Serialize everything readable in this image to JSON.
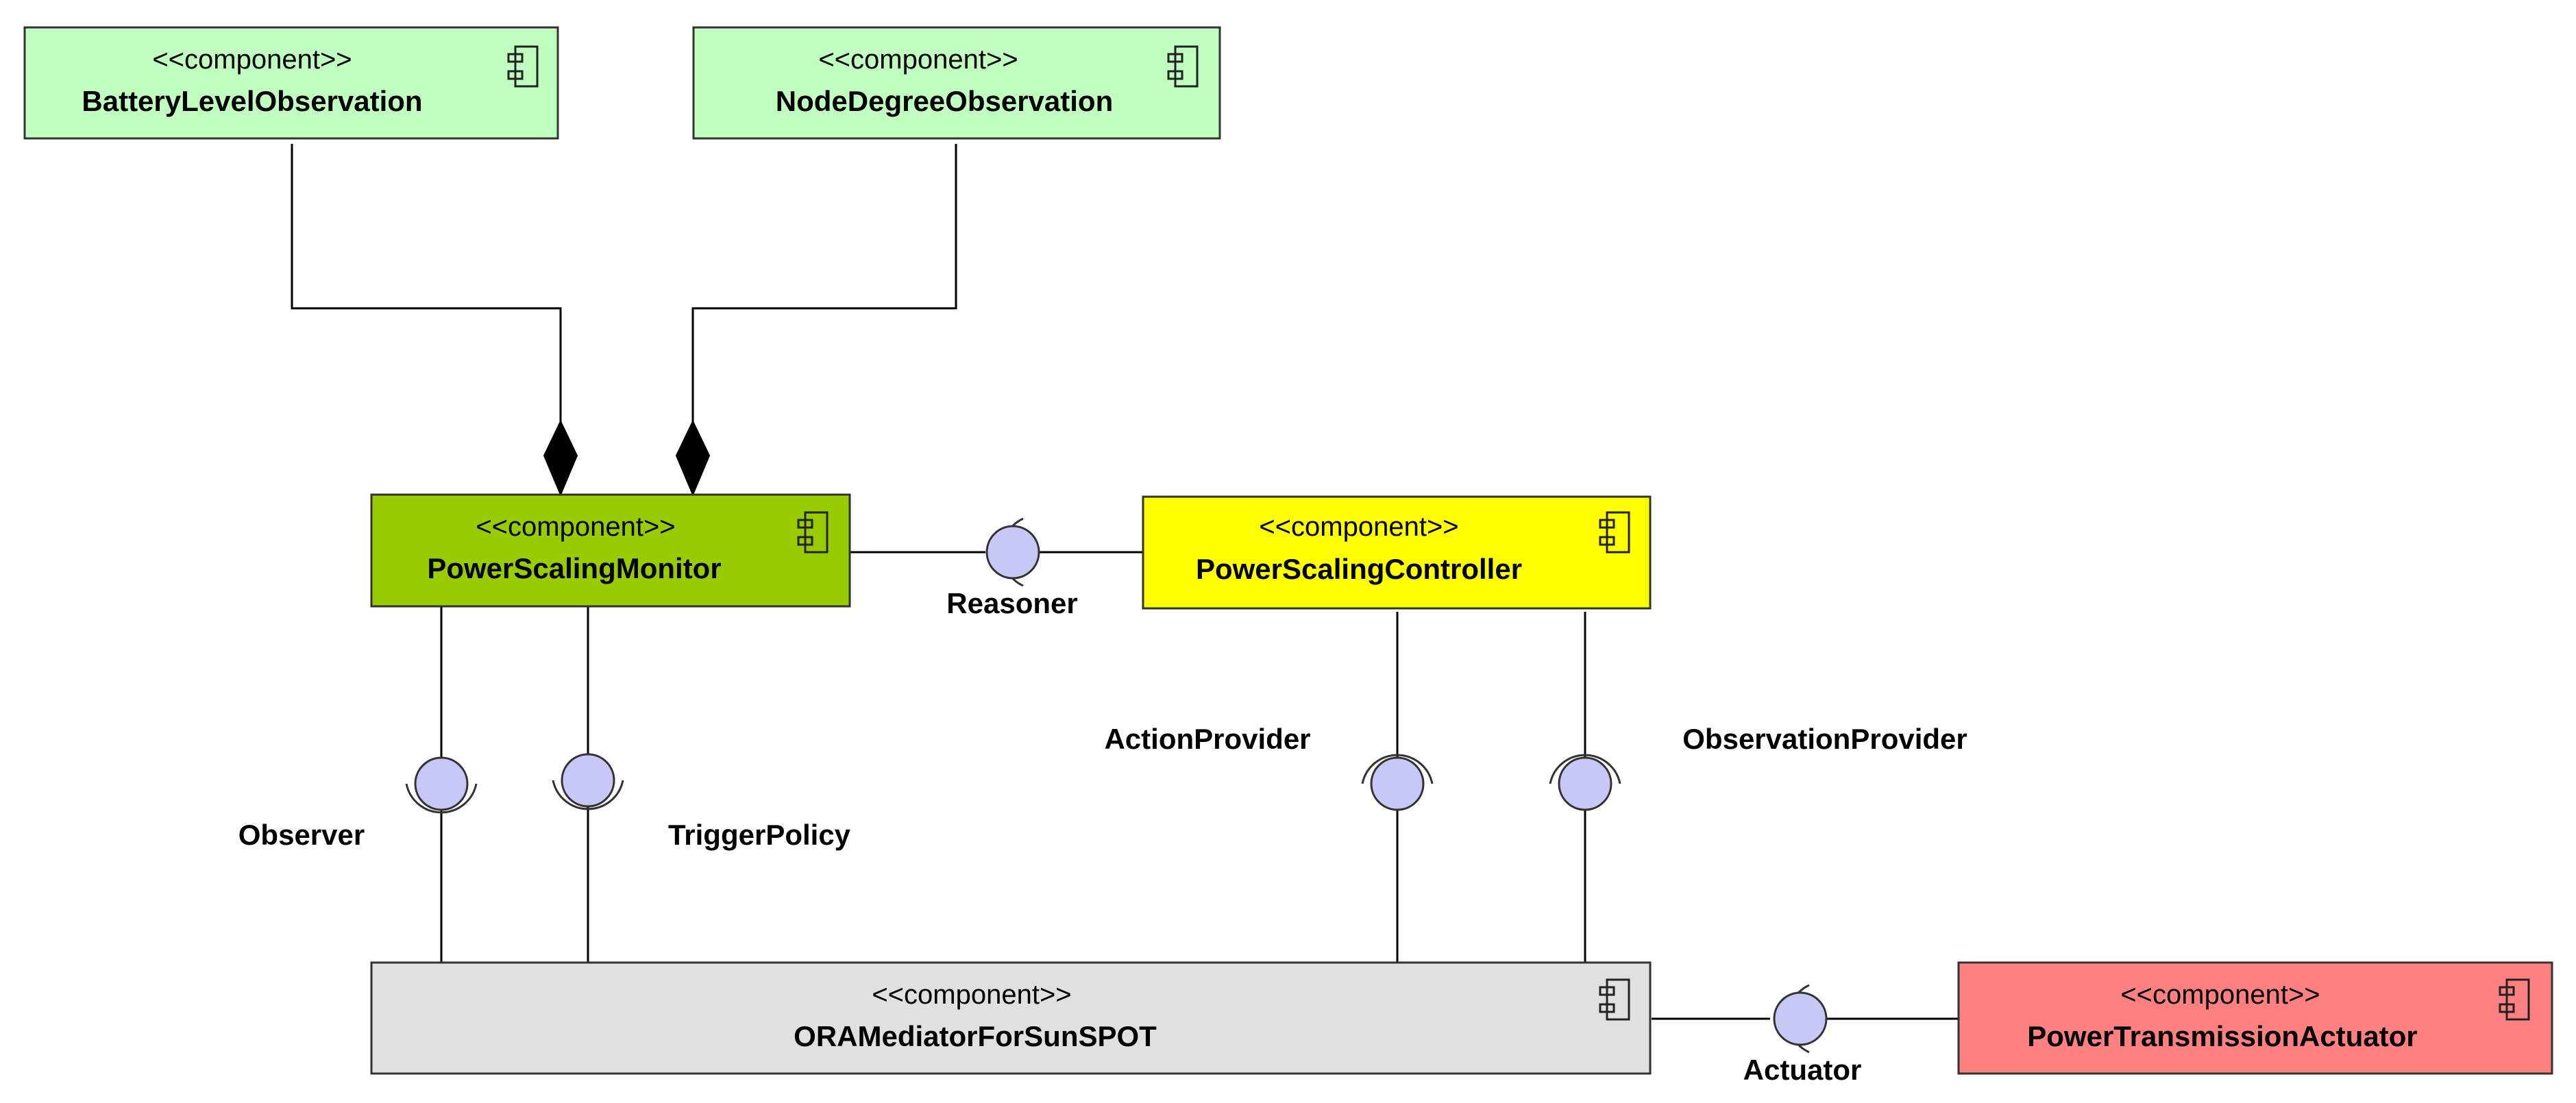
{
  "components": {
    "battery": {
      "stereotype": "<<component>>",
      "name": "BatteryLevelObservation",
      "fill": "#c0ffc0"
    },
    "nodedegree": {
      "stereotype": "<<component>>",
      "name": "NodeDegreeObservation",
      "fill": "#c0ffc0"
    },
    "monitor": {
      "stereotype": "<<component>>",
      "name": "PowerScalingMonitor",
      "fill": "#99cc00"
    },
    "controller": {
      "stereotype": "<<component>>",
      "name": "PowerScalingController",
      "fill": "#ffff00"
    },
    "mediator": {
      "stereotype": "<<component>>",
      "name": "ORAMediatorForSunSPOT",
      "fill": "#e0e0e0"
    },
    "actuator": {
      "stereotype": "<<component>>",
      "name": "PowerTransmissionActuator",
      "fill": "#ff8080"
    }
  },
  "interfaces": {
    "reasoner": "Reasoner",
    "observer": "Observer",
    "trigger_policy": "TriggerPolicy",
    "action_provider": "ActionProvider",
    "observation_provider": "ObservationProvider",
    "actuator": "Actuator"
  },
  "colors": {
    "interface_fill": "#c8c8f8",
    "line": "#000000"
  },
  "icons": {
    "component": "component-icon",
    "composition": "filled-diamond-icon"
  }
}
